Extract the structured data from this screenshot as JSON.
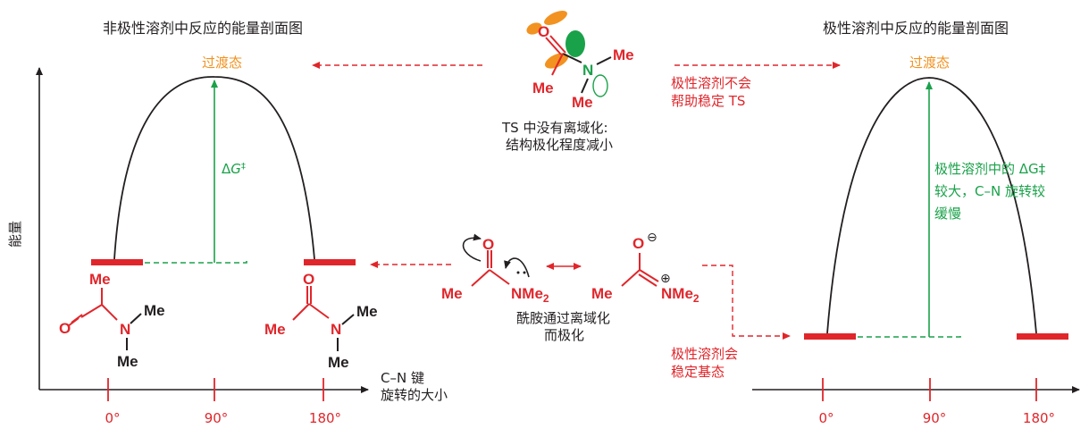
{
  "left_panel": {
    "title": "非极性溶剂中反应的能量剖面图",
    "ts_label": "过渡态",
    "delta_g": {
      "prefix": "Δ",
      "symbol": "G",
      "suffix": "‡"
    }
  },
  "right_panel": {
    "title": "极性溶剂中反应的能量剖面图",
    "ts_label": "过渡态",
    "note_lines": [
      "极性溶剂中的 ΔG‡",
      "较大，C–N 旋转较",
      "缓慢"
    ]
  },
  "y_axis_label": "能量",
  "x_axis_label_lines": [
    "C–N 键",
    "旋转的大小"
  ],
  "ticks": [
    "0°",
    "90°",
    "180°"
  ],
  "center": {
    "ts_caption_lines": [
      "TS 中没有离域化:",
      "结构极化程度减小"
    ],
    "ts_note_lines": [
      "极性溶剂不会",
      "帮助稳定 TS"
    ],
    "amide_caption_lines": [
      "酰胺通过离域化",
      "而极化"
    ],
    "ground_note_lines": [
      "极性溶剂会",
      "稳定基态"
    ]
  },
  "chem": {
    "me": "Me",
    "o": "O",
    "n": "N",
    "nme2_prefix": "NMe",
    "nme2_sub": "2",
    "minus": "⊖",
    "plus": "⊕"
  },
  "colors": {
    "red": "#e0262b",
    "green": "#1aa24a",
    "orange": "#f29220",
    "black": "#231f20"
  }
}
